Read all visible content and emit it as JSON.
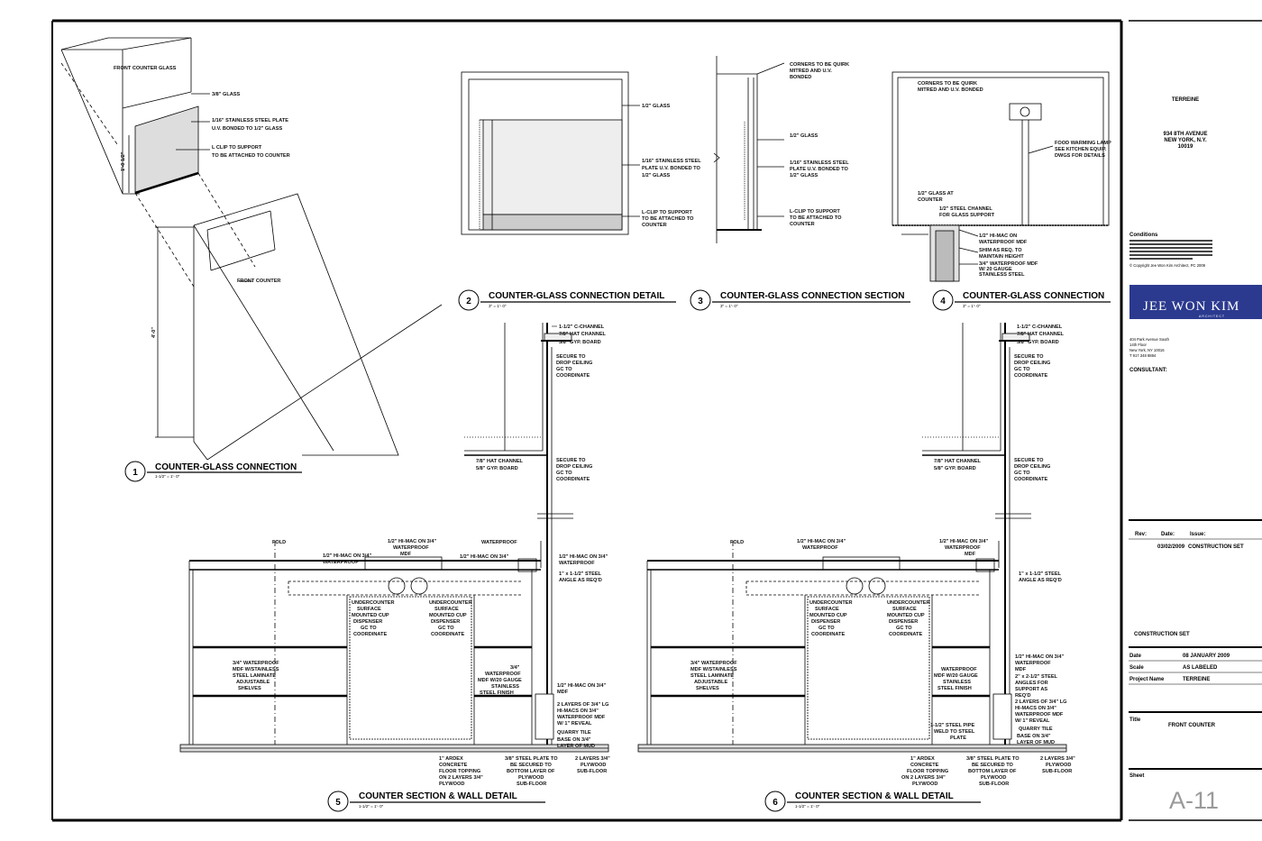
{
  "title_block": {
    "project": "TERREINE",
    "address_line1": "934 8TH AVENUE",
    "address_line2": "NEW YORK, N.Y.",
    "address_line3": "10019",
    "conditions_label": "Conditions",
    "copyright": "© Copyright Jee Won Kim Architect, PC 2009",
    "firm_logo": "JEE WON KIM",
    "firm_logo_sub": "ARCHITECT",
    "firm_address1": "404 Park Avenue South",
    "firm_address2": "14th Floor",
    "firm_address3": "New York, NY 10016",
    "firm_phone": "T  917 348 8884",
    "consultant_label": "CONSULTANT:",
    "rev_label": "Rev:",
    "date_label": "Date:",
    "issue_label": "Issue:",
    "rev_date": "03/02/2009",
    "rev_issue": "CONSTRUCTION SET",
    "set_name": "CONSTRUCTION SET",
    "date_field_label": "Date",
    "date_value": "08 JANUARY 2009",
    "scale_field_label": "Scale",
    "scale_value": "AS LABELED",
    "project_name_label": "Project Name",
    "project_name_value": "TERREINE",
    "title_label": "Title",
    "title_value": "FRONT COUNTER",
    "sheet_label": "Sheet",
    "sheet_number": "A-11"
  },
  "details": [
    {
      "num": "1",
      "title": "COUNTER-GLASS CONNECTION",
      "scale": "1-1/2\" = 1'- 0\""
    },
    {
      "num": "2",
      "title": "COUNTER-GLASS CONNECTION DETAIL",
      "scale": "3\" = 1'- 0\""
    },
    {
      "num": "3",
      "title": "COUNTER-GLASS CONNECTION SECTION",
      "scale": "3\" = 1'- 0\""
    },
    {
      "num": "4",
      "title": "COUNTER-GLASS CONNECTION",
      "scale": "3\" = 1'- 0\""
    },
    {
      "num": "5",
      "title": "COUNTER SECTION & WALL DETAIL",
      "scale": "1-1/2\" = 1'- 0\""
    },
    {
      "num": "6",
      "title": "COUNTER SECTION & WALL DETAIL",
      "scale": "1-1/2\" = 1'- 0\""
    }
  ],
  "notes1": {
    "front_counter_glass": "FRONT COUNTER GLASS",
    "glass": "3/8\" GLASS",
    "plate1": "1/16\" STAINLESS STEEL PLATE",
    "plate2": "U.V. BONDED TO 1/2\" GLASS",
    "clip1": "L CLIP TO SUPPORT",
    "clip2": "TO BE ATTACHED TO COUNTER",
    "front_counter": "FRONT COUNTER",
    "dim_a": "1'-0 1/2\"",
    "dim_b": "4'-0\""
  },
  "notes2": {
    "glass": "1/2\" GLASS",
    "plate1": "1/16\" STAINLESS STEEL",
    "plate2": "PLATE U.V. BONDED TO",
    "plate3": "1/2\" GLASS",
    "clip1": "L-CLIP TO SUPPORT",
    "clip2": "TO BE ATTACHED TO",
    "clip3": "COUNTER"
  },
  "notes3": {
    "corners1": "CORNERS TO BE QUIRK",
    "corners2": "MITRED AND U.V.",
    "corners3": "BONDED",
    "glass": "1/2\" GLASS",
    "plate1": "1/16\" STAINLESS STEEL",
    "plate2": "PLATE U.V. BONDED TO",
    "plate3": "1/2\" GLASS",
    "clip1": "L-CLIP TO SUPPORT",
    "clip2": "TO BE ATTACHED TO",
    "clip3": "COUNTER"
  },
  "notes4": {
    "corners1": "CORNERS TO BE QUIRK",
    "corners2": "MITRED AND U.V. BONDED",
    "lamp1": "FOOD WARMING LAMP",
    "lamp2": "SEE KITCHEN EQUIP.",
    "lamp3": "DWGS FOR DETAILS",
    "glass1": "1/2\" GLASS AT",
    "glass2": "COUNTER",
    "channel1": "1/2\" STEEL CHANNEL",
    "channel2": "FOR GLASS SUPPORT",
    "himac1": "1/2\" HI-MAC ON",
    "himac2": "WATERPROOF MDF",
    "shim1": "SHIM AS REQ. TO",
    "shim2": "MAINTAIN HEIGHT",
    "mdf1": "3/4\" WATERPROOF MDF",
    "mdf2": "W/ 20 GAUGE",
    "mdf3": "STAINLESS STEEL"
  },
  "notes5": {
    "cchannel": "1-1/2\" C-CHANNEL",
    "hat": "7/8\" HAT CHANNEL",
    "gyp": "5/8\" GYP. BOARD",
    "secure1": "SECURE TO",
    "secure2": "DROP CEILING",
    "secure3": "GC TO",
    "secure4": "COORDINATE",
    "hat2": "7/8\" HAT CHANNEL",
    "gyp2": "5/8\" GYP. BOARD",
    "fold": "FOLD",
    "himac_top1": "1/2\" HI-MAC ON 3/4\"",
    "himac_top2": "WATERPROOF",
    "himac_top3": "MDF",
    "himac_l1": "1/2\" HI-MAC ON 3/4\"",
    "himac_l2": "WATERPROOF",
    "himac_l3": "MDF",
    "angle1": "1\" x 1-1/2\" STEEL",
    "angle2": "ANGLE AS REQ'D",
    "cup1": "UNDERCOUNTER",
    "cup2": "SURFACE",
    "cup3": "MOUNTED CUP",
    "cup4": "DISPENSER",
    "cup5": "GC TO",
    "cup6": "COORDINATE",
    "shelf1": "3/4\" WATERPROOF",
    "shelf2": "MDF W/STAINLESS",
    "shelf3": "STEEL LAMINATE",
    "shelf4": "ADJUSTABLE",
    "shelf5": "SHELVES",
    "wp1": "3/4\"",
    "wp2": "WATERPROOF",
    "wp3": "MDF W/20 GAUGE",
    "wp4": "STAINLESS",
    "wp5": "STEEL FINISH",
    "layers1": "2 LAYERS OF 3/4\" LG",
    "layers2": "HI-MACS ON 3/4\"",
    "layers3": "WATERPROOF MDF",
    "layers4": "W/ 1\" REVEAL",
    "quarry": "QUARRY TILE",
    "base1": "BASE ON 3/4\"",
    "base2": "LAYER OF MUD",
    "ardex1": "1\" ARDEX",
    "ardex2": "CONCRETE",
    "ardex3": "FLOOR TOPPING",
    "ardex4": "ON 2 LAYERS 3/4\"",
    "ardex5": "PLYWOOD",
    "plate1": "3/8\" STEEL PLATE TO",
    "plate2": "BE SECURED TO",
    "plate3": "BOTTOM LAYER OF",
    "plate4": "PLYWOOD",
    "plate5": "SUB-FLOOR",
    "ply1": "2 LAYERS 3/4\"",
    "ply2": "PLYWOOD",
    "ply3": "SUB-FLOOR",
    "pipe1": "1-1/2\" STEEL PIPE",
    "pipe2": "WELD TO STEEL",
    "pipe3": "PLATE",
    "angles1": "2\" x 2-1/2\" STEEL",
    "angles2": "ANGLES FOR",
    "angles3": "SUPPORT AS",
    "angles4": "REQ'D"
  }
}
